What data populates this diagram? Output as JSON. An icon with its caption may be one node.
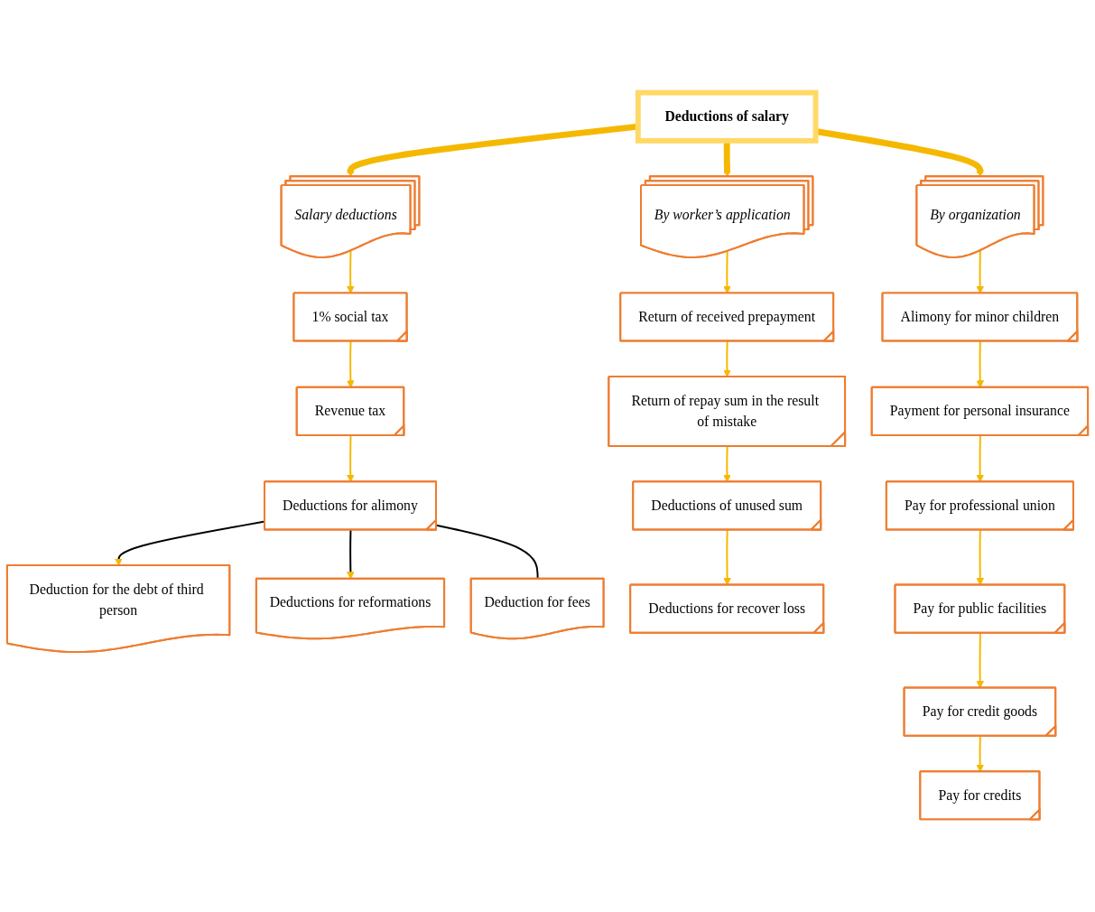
{
  "diagram": {
    "nodes": [
      {
        "text": [
          "Deductions of salary"
        ]
      },
      {
        "text": [
          "Salary deductions"
        ]
      },
      {
        "text": [
          "By worker’s application"
        ]
      },
      {
        "text": [
          "By organization"
        ]
      },
      {
        "text": [
          "1% social tax"
        ]
      },
      {
        "text": [
          "Revenue tax"
        ]
      },
      {
        "text": [
          "Deductions for alimony"
        ]
      },
      {
        "text": [
          "Deduction for the debt of third person"
        ]
      },
      {
        "text": [
          "Deductions for reformations"
        ]
      },
      {
        "text": [
          "Deduction for fees"
        ]
      },
      {
        "text": [
          "Return of received prepayment"
        ]
      },
      {
        "text": [
          "Return of repay sum in the result of mistake"
        ]
      },
      {
        "text": [
          "Deductions of unused sum"
        ]
      },
      {
        "text": [
          "Deductions for recover loss"
        ]
      },
      {
        "text": [
          "Alimony for minor children"
        ]
      },
      {
        "text": [
          "Payment for personal insurance"
        ]
      },
      {
        "text": [
          "Pay for professional union"
        ]
      },
      {
        "text": [
          "Pay for public facilities"
        ]
      },
      {
        "text": [
          "Pay for credit goods"
        ]
      },
      {
        "text": [
          "Pay for credits"
        ]
      }
    ],
    "edges": [
      {
        "from": 0,
        "to": 1,
        "arrow": "to",
        "style": "thick"
      },
      {
        "from": 0,
        "to": 2,
        "arrow": "to",
        "style": "thick"
      },
      {
        "from": 0,
        "to": 3,
        "arrow": "to",
        "style": "thick"
      },
      {
        "from": 1,
        "to": 4,
        "arrow": "to"
      },
      {
        "from": 4,
        "to": 5,
        "arrow": "to"
      },
      {
        "from": 5,
        "to": 6,
        "arrow": "to"
      },
      {
        "from": 6,
        "to": 7,
        "arrow": "to",
        "color": "#000000"
      },
      {
        "from": 6,
        "to": 8,
        "arrow": "to",
        "color": "#000000"
      },
      {
        "from": 6,
        "to": 9,
        "arrow": "none",
        "color": "#000000"
      },
      {
        "from": 2,
        "to": 10,
        "arrow": "to"
      },
      {
        "from": 10,
        "to": 11,
        "arrow": "to"
      },
      {
        "from": 11,
        "to": 12,
        "arrow": "to"
      },
      {
        "from": 12,
        "to": 13,
        "arrow": "to"
      },
      {
        "from": 3,
        "to": 14,
        "arrow": "to"
      },
      {
        "from": 14,
        "to": 15,
        "arrow": "to"
      },
      {
        "from": 15,
        "to": 16,
        "arrow": "to"
      },
      {
        "from": 16,
        "to": 17,
        "arrow": "to"
      },
      {
        "from": 17,
        "to": 18,
        "arrow": "to"
      },
      {
        "from": 18,
        "to": 19,
        "arrow": "to"
      }
    ]
  }
}
